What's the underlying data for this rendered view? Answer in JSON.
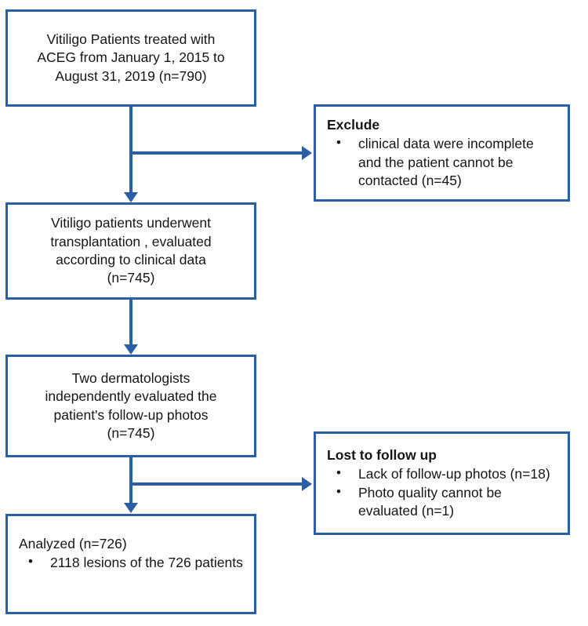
{
  "diagram": {
    "title": "Vitiligo patient study flow diagram",
    "accent_color": "#2a5fa5",
    "text_color": "#151515",
    "background_color": "#ffffff"
  },
  "boxes": {
    "enrolled": {
      "name": "enrolled-box",
      "line1": "Vitiligo Patients treated with",
      "line2": "ACEG from January 1, 2015 to",
      "line3": "August 31, 2019 (n=790)"
    },
    "excluded": {
      "name": "excluded-box",
      "heading": "Exclude",
      "bullets": [
        "clinical data were incomplete and the patient cannot be contacted (n=45)"
      ]
    },
    "transplanted": {
      "name": "transplanted-box",
      "line1": "Vitiligo patients underwent",
      "line2": "transplantation , evaluated",
      "line3": "according to clinical data",
      "line4": "(n=745)"
    },
    "evaluated": {
      "name": "evaluated-box",
      "line1": "Two dermatologists",
      "line2": "independently evaluated the",
      "line3": "patient's follow-up photos",
      "line4": "(n=745)"
    },
    "lost": {
      "name": "lost-to-follow-up-box",
      "heading": "Lost to follow up",
      "bullets": [
        "Lack of follow-up photos (n=18)",
        "Photo quality cannot be evaluated (n=1)"
      ]
    },
    "analyzed": {
      "name": "analyzed-box",
      "heading": "Analyzed (n=726)",
      "bullets": [
        "2118 lesions of the 726 patients"
      ]
    }
  },
  "counts": {
    "enrolled": 790,
    "excluded_incomplete_data": 45,
    "transplanted": 745,
    "evaluated_photos": 745,
    "lost_lack_of_photos": 18,
    "lost_photo_quality": 1,
    "analyzed_patients": 726,
    "analyzed_lesions": 2118
  }
}
